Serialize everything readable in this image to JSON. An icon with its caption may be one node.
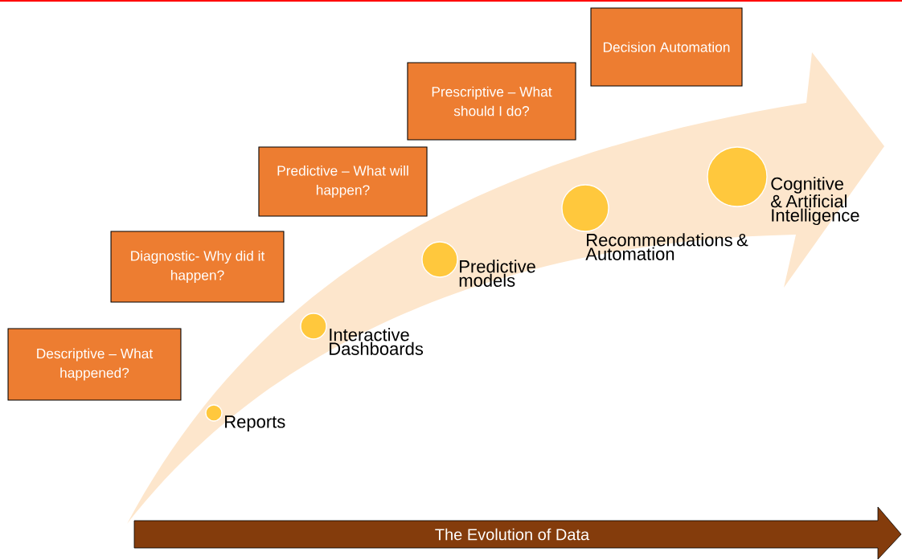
{
  "diagram": {
    "nodes": [
      {
        "text": [
          "Descriptive – What happened?"
        ]
      },
      {
        "text": [
          "Diagnostic- Why did it happen?"
        ]
      },
      {
        "text": [
          "Predictive – What will happen?"
        ]
      },
      {
        "text": [
          "Prescriptive – What should I do?"
        ]
      },
      {
        "text": [
          "Decision Automation"
        ]
      },
      {
        "text": [],
        "shape": "circle",
        "beside": [
          "Reports"
        ]
      },
      {
        "text": [],
        "shape": "circle",
        "beside": [
          "Interactive Dashboards"
        ]
      },
      {
        "text": [],
        "shape": "circle",
        "beside": [
          "Predictive models"
        ]
      },
      {
        "text": [],
        "shape": "circle",
        "beside": [
          "Recommendations & Automation"
        ]
      },
      {
        "text": [],
        "shape": "circle",
        "beside": [
          "Cognitive & Artificial Intelligence"
        ]
      },
      {
        "text": [
          "The Evolution of Data"
        ]
      }
    ]
  }
}
